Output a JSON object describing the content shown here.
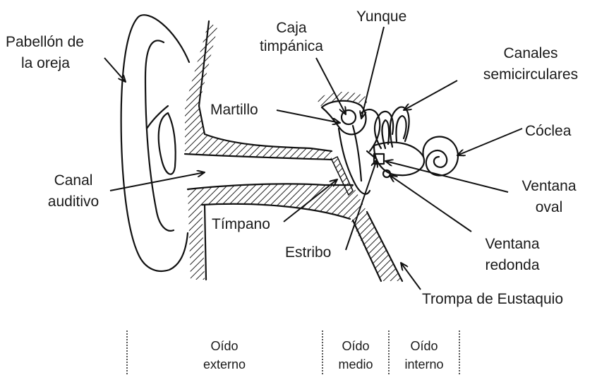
{
  "labels": {
    "pabellon_1": "Pabellón de",
    "pabellon_2": "la oreja",
    "caja_1": "Caja",
    "caja_2": "timpánica",
    "yunque": "Yunque",
    "canales_1": "Canales",
    "canales_2": "semicirculares",
    "martillo": "Martillo",
    "coclea": "Cóclea",
    "canal_1": "Canal",
    "canal_2": "auditivo",
    "ventana_oval_1": "Ventana",
    "ventana_oval_2": "oval",
    "timpano": "Tímpano",
    "ventana_red_1": "Ventana",
    "ventana_red_2": "redonda",
    "estribo": "Estribo",
    "trompa": "Trompa de Eustaquio"
  },
  "sections": {
    "externo_1": "Oído",
    "externo_2": "externo",
    "medio_1": "Oído",
    "medio_2": "medio",
    "interno_1": "Oído",
    "interno_2": "interno"
  }
}
